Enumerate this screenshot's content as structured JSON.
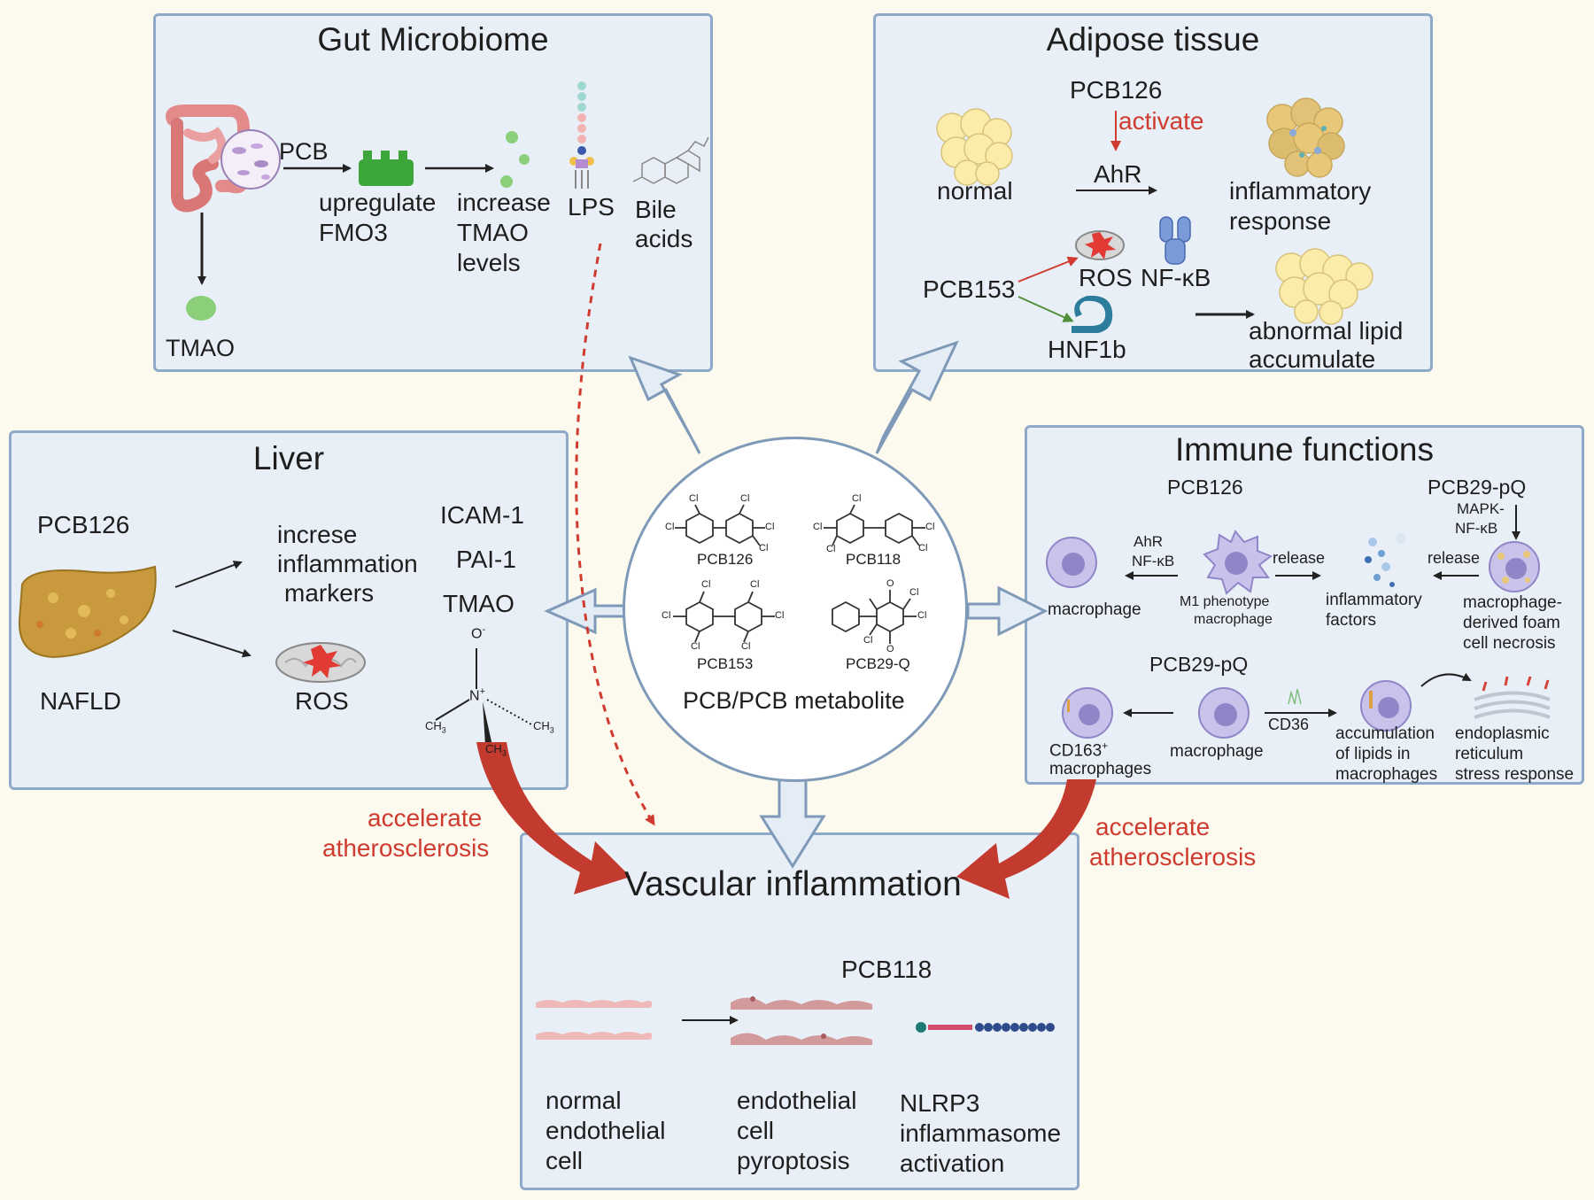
{
  "center": {
    "title": "PCB/PCB metabolite",
    "molecules": [
      "PCB126",
      "PCB118",
      "PCB153",
      "PCB29-Q"
    ],
    "cl": "Cl",
    "o": "O"
  },
  "gut": {
    "title": "Gut Microbiome",
    "pcb": "PCB",
    "upregulate": "upregulate",
    "fmo3": "FMO3",
    "increase": "increase",
    "tmao": "TMAO",
    "levels": "levels",
    "lps": "LPS",
    "bile": "Bile",
    "acids": "acids",
    "tmao_bottom": "TMAO"
  },
  "adipose": {
    "title": "Adipose tissue",
    "pcb126": "PCB126",
    "activate": "activate",
    "normal": "normal",
    "ahr": "AhR",
    "inflammatory": "inflammatory",
    "response": "response",
    "pcb153": "PCB153",
    "ros": "ROS",
    "nfkb": "NF-κB",
    "hnf1b": "HNF1b",
    "abnormal1": "abnormal lipid",
    "abnormal2": "accumulate"
  },
  "liver": {
    "title": "Liver",
    "pcb126": "PCB126",
    "nafld": "NAFLD",
    "increse": "increse",
    "inflammation": "inflammation",
    "markers": "markers",
    "ros": "ROS",
    "icam": "ICAM-1",
    "pai": "PAI-1",
    "tmao": "TMAO",
    "o_minus": "O",
    "o_sup": "-",
    "n_plus": "N",
    "n_sup": "+",
    "ch3": "CH",
    "sub3": "3"
  },
  "immune": {
    "title": "Immune functions",
    "pcb126": "PCB126",
    "pcb29pq_top": "PCB29-pQ",
    "mapk": "MAPK-",
    "nfkb_top": "NF-κB",
    "ahr": "AhR",
    "nfkb": "NF-κB",
    "release1": "release",
    "release2": "release",
    "macrophage": "macrophage",
    "m1_1": "M1 phenotype",
    "m1_2": "macrophage",
    "inflam_1": "inflammatory",
    "inflam_2": "factors",
    "foam_1": "macrophage-",
    "foam_2": "derived foam",
    "foam_3": "cell necrosis",
    "pcb29pq_mid": "PCB29-pQ",
    "cd163_1": "CD163",
    "cd163_sup": "+",
    "cd163_2": "macrophages",
    "macrophage2": "macrophage",
    "cd36": "CD36",
    "accum_1": "accumulation",
    "accum_2": "of lipids in",
    "accum_3": "macrophages",
    "er_1": "endoplasmic",
    "er_2": "reticulum",
    "er_3": "stress response"
  },
  "vascular": {
    "title": "Vascular inflammation",
    "pcb118": "PCB118",
    "normal_1": "normal",
    "normal_2": "endothelial",
    "normal_3": "cell",
    "pyro_1": "endothelial",
    "pyro_2": "cell",
    "pyro_3": "pyroptosis",
    "nlrp_1": "NLRP3",
    "nlrp_2": "inflammasome",
    "nlrp_3": "activation"
  },
  "accelerate_left": [
    "accelerate",
    "atherosclerosis"
  ],
  "accelerate_right": [
    "accelerate",
    "atherosclerosis"
  ],
  "colors": {
    "panel_bg": "#e9eff7",
    "panel_border": "#8fa9c9",
    "red_accent": "#cf3b2e",
    "arrow_fill": "#e4ecf6"
  }
}
